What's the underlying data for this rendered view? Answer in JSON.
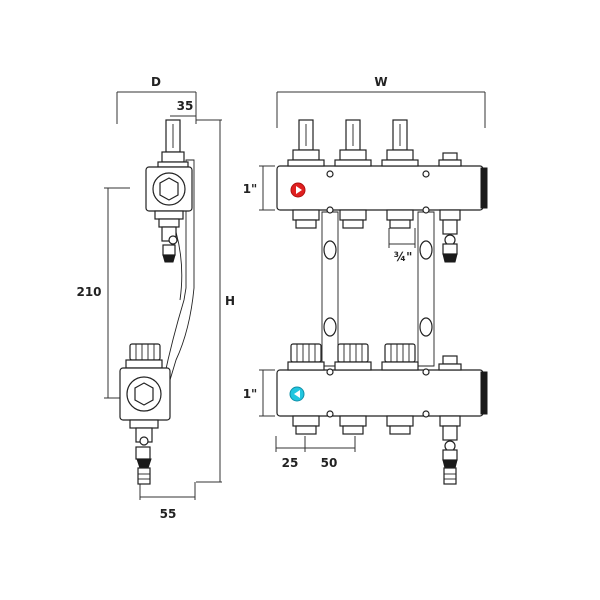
{
  "labels": {
    "depth": "D",
    "width": "W",
    "height": "H",
    "top_offset": "35",
    "port_spacing_vertical": "210",
    "bottom_offset": "55",
    "inlet_size_top": "1\"",
    "inlet_size_bottom": "1\"",
    "outlet_size": "¾\"",
    "first_outlet_offset": "25",
    "outlet_pitch": "50"
  },
  "colors": {
    "supply_indicator": "#e02020",
    "return_indicator": "#22c6e0",
    "line": "#222222"
  },
  "icons": {
    "supply": "red-arrow-circle-icon",
    "return": "cyan-arrow-circle-icon"
  }
}
